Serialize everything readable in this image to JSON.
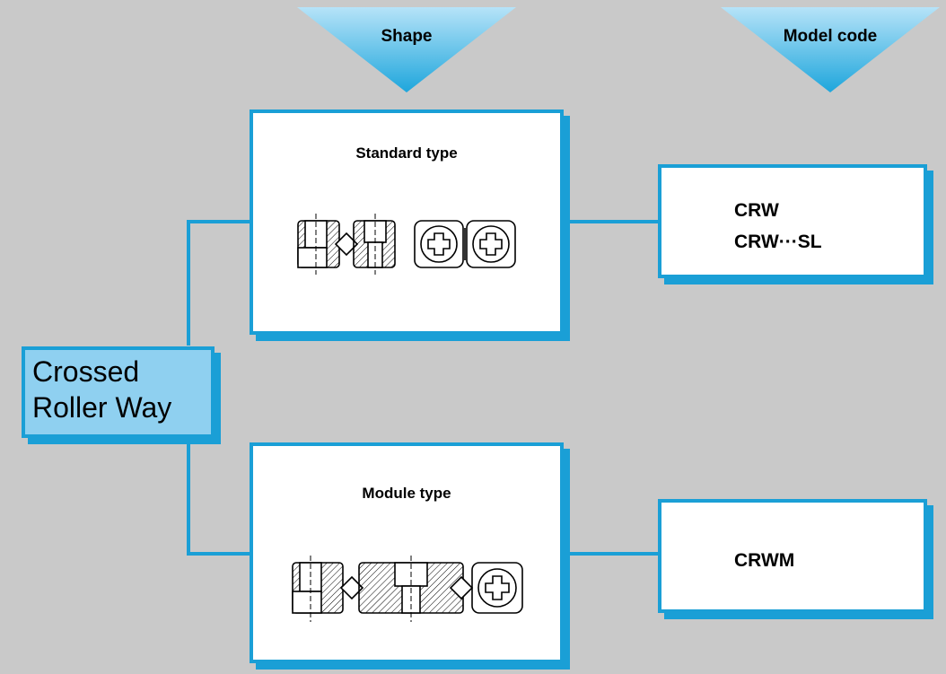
{
  "headers": {
    "shape": "Shape",
    "model_code": "Model code"
  },
  "root": {
    "line1": "Crossed",
    "line2": "Roller Way"
  },
  "shapes": [
    {
      "label": "Standard type"
    },
    {
      "label": "Module type"
    }
  ],
  "model_codes": [
    {
      "line1": "CRW",
      "line2": "CRW···SL"
    },
    {
      "line1": "CRWM"
    }
  ],
  "colors": {
    "background": "#c9c9c9",
    "accent": "#1a9fd6",
    "root_fill": "#8fd0f0",
    "header_fill": "#7fcdf2"
  }
}
